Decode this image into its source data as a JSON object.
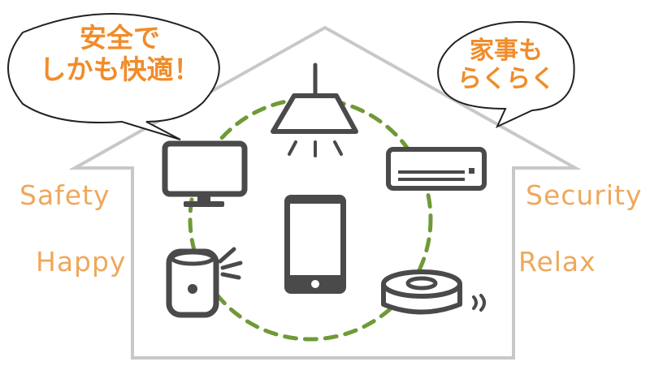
{
  "bubbles": {
    "left": {
      "line1": "安全で",
      "line2": "しかも快適！"
    },
    "right": {
      "line1": "家事も",
      "line2": "らくらく"
    }
  },
  "keywords": {
    "safety": "Safety",
    "happy": "Happy",
    "security": "Security",
    "relax": "Relax"
  },
  "colors": {
    "house_outline": "#c8c8c8",
    "device": "#4a4a4a",
    "network_dash": "#6f9a37",
    "keyword_text": "#eea85c",
    "bubble_text": "#f08c2a"
  },
  "devices": [
    "ceiling-light-icon",
    "monitor-icon",
    "air-conditioner-icon",
    "smartphone-icon",
    "smart-speaker-icon",
    "robot-vacuum-icon"
  ]
}
